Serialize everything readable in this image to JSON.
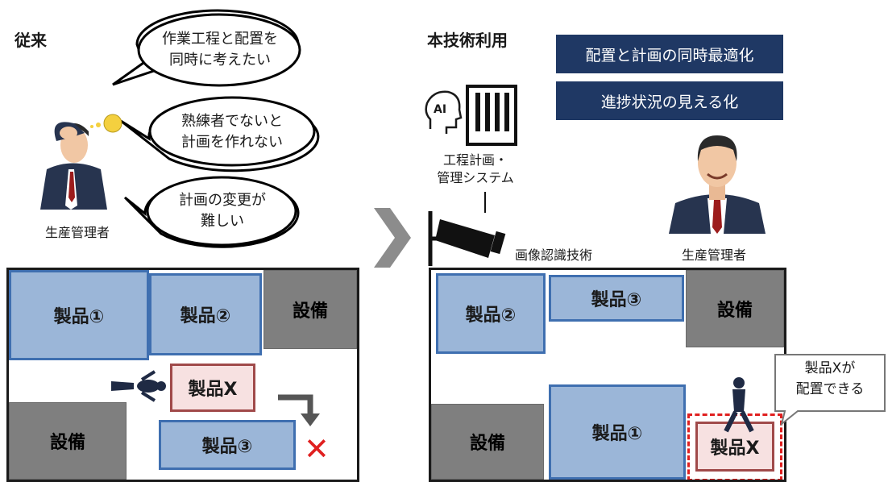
{
  "left": {
    "heading": "従来",
    "bubbles": [
      {
        "line1": "作業工程と配置を",
        "line2": "同時に考えたい"
      },
      {
        "line1": "熟練者でないと",
        "line2": "計画を作れない"
      },
      {
        "line1": "計画の変更が",
        "line2": "難しい"
      }
    ],
    "manager_caption": "生産管理者",
    "floor": {
      "product1": "製品①",
      "product2": "製品②",
      "equipment_top": "設備",
      "product_x": "製品X",
      "equipment_bottom": "設備",
      "product3": "製品③",
      "cross_mark": "✕"
    }
  },
  "arrow_icon": "chevron-right-icon",
  "right": {
    "heading": "本技術利用",
    "banners": [
      "配置と計画の同時最適化",
      "進捗状況の見える化"
    ],
    "ai_label": "AI",
    "system_caption_line1": "工程計画・",
    "system_caption_line2": "管理システム",
    "camera_caption": "画像認識技術",
    "manager_caption": "生産管理者",
    "floor": {
      "product2": "製品②",
      "product3": "製品③",
      "equipment_top": "設備",
      "equipment_bottom": "設備",
      "product1": "製品①",
      "product_x": "製品X"
    },
    "callout_line1": "製品Xが",
    "callout_line2": "配置できる"
  },
  "colors": {
    "product_fill": "#9bb6d8",
    "product_border": "#3f6fb0",
    "equipment": "#7f7f7f",
    "navy_banner": "#1f3864",
    "highlight_red": "#e02020"
  }
}
